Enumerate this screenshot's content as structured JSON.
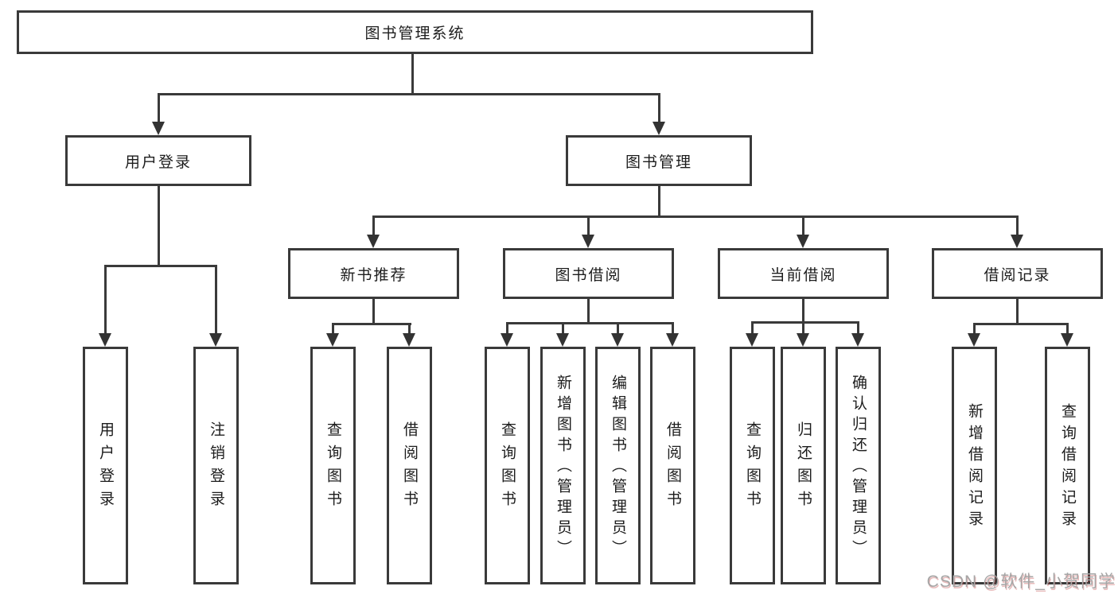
{
  "diagram": {
    "root": {
      "label": "图书管理系统"
    },
    "level2": [
      {
        "label": "用户登录"
      },
      {
        "label": "图书管理"
      }
    ],
    "level3": [
      {
        "label": "新书推荐"
      },
      {
        "label": "图书借阅"
      },
      {
        "label": "当前借阅"
      },
      {
        "label": "借阅记录"
      }
    ],
    "leaves": [
      {
        "label": "用户登录"
      },
      {
        "label": "注销登录"
      },
      {
        "label": "查询图书"
      },
      {
        "label": "借阅图书"
      },
      {
        "label": "查询图书"
      },
      {
        "label": "新增图书（管理员）"
      },
      {
        "label": "编辑图书（管理员）"
      },
      {
        "label": "借阅图书"
      },
      {
        "label": "查询图书"
      },
      {
        "label": "归还图书"
      },
      {
        "label": "确认归还（管理员）"
      },
      {
        "label": "新增借阅记录"
      },
      {
        "label": "查询借阅记录"
      }
    ]
  },
  "watermark": {
    "text": "CSDN @软件_小贺同学"
  },
  "colors": {
    "line": "#3a3a3a",
    "text": "#1c1c1c",
    "watermark": "#a6a6a6"
  }
}
